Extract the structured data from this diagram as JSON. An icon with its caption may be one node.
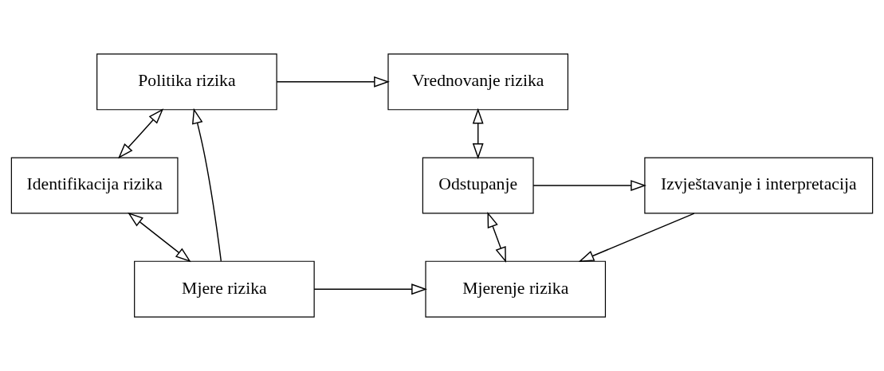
{
  "diagram": {
    "nodes": [
      {
        "text": [
          "Politika rizika"
        ]
      },
      {
        "text": [
          "Vrednovanje rizika"
        ]
      },
      {
        "text": [
          "Identifikacija rizika"
        ]
      },
      {
        "text": [
          "Odstupanje"
        ]
      },
      {
        "text": [
          "Izvještavanje i interpretacija"
        ]
      },
      {
        "text": [
          "Mjere rizika"
        ]
      },
      {
        "text": [
          "Mjerenje rizika"
        ]
      }
    ],
    "edges": [
      {
        "from": 0,
        "to": 1,
        "arrow": "to"
      },
      {
        "from": 2,
        "to": 0,
        "arrow": "both"
      },
      {
        "from": 2,
        "to": 5,
        "arrow": "both"
      },
      {
        "from": 5,
        "to": 0,
        "arrow": "to"
      },
      {
        "from": 1,
        "to": 3,
        "arrow": "both"
      },
      {
        "from": 3,
        "to": 4,
        "arrow": "to"
      },
      {
        "from": 3,
        "to": 6,
        "arrow": "both"
      },
      {
        "from": 5,
        "to": 6,
        "arrow": "to"
      },
      {
        "from": 4,
        "to": 6,
        "arrow": "to"
      }
    ]
  }
}
